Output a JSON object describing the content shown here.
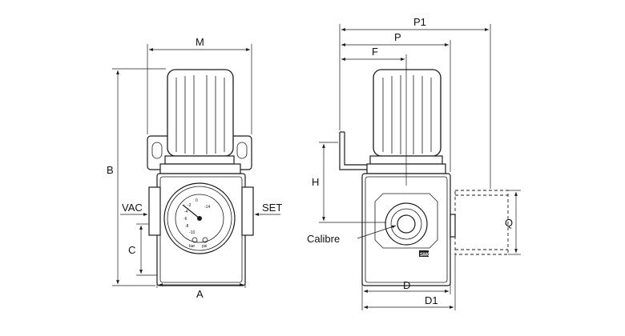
{
  "labels": {
    "M": "M",
    "B": "B",
    "C": "C",
    "A": "A",
    "VAC": "VAC",
    "SET": "SET",
    "P1": "P1",
    "P": "P",
    "F": "F",
    "H": "H",
    "Q": "Q",
    "D": "D",
    "D1": "D1",
    "calibre": "Calibre"
  },
  "gauge": {
    "ticks": [
      "0",
      "-2",
      "-4",
      "-6",
      "-8",
      "-10",
      "-14"
    ],
    "units": [
      "bar",
      "psi"
    ]
  },
  "badge": "SMC"
}
